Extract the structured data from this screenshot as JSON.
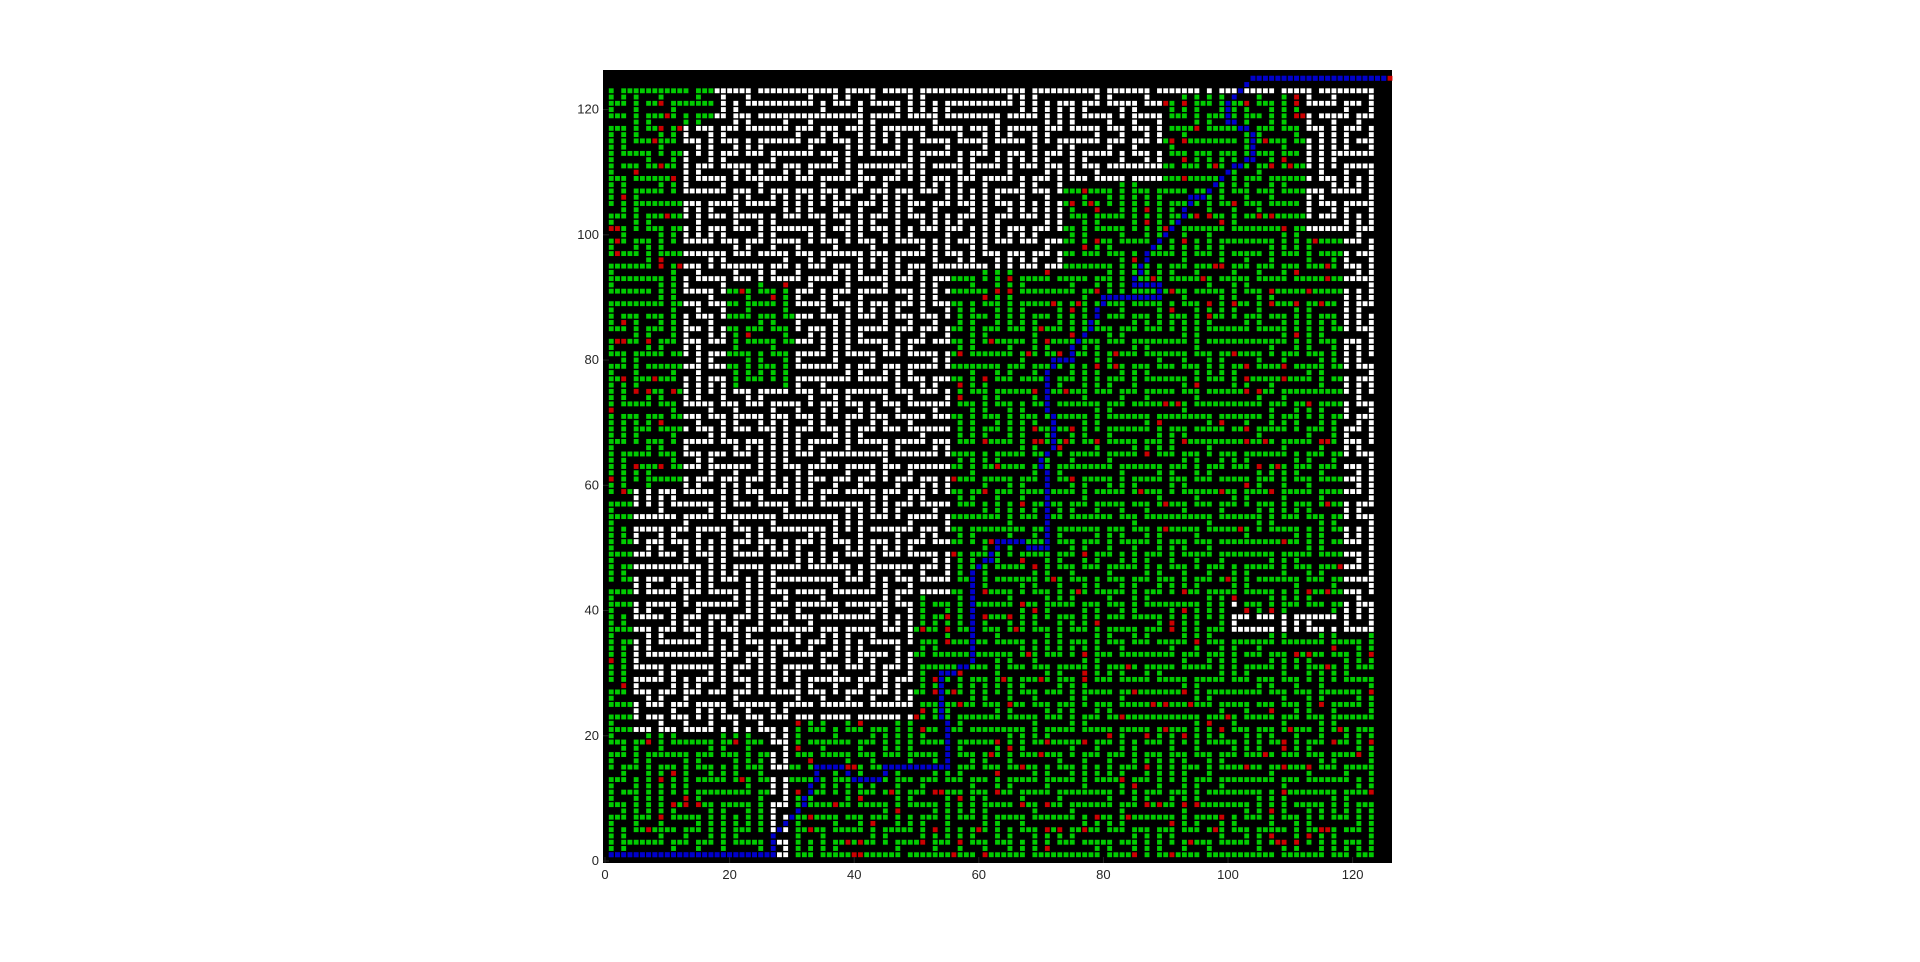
{
  "chart_data": {
    "type": "scatter",
    "title": "",
    "xlabel": "",
    "ylabel": "",
    "xlim": [
      0,
      126
    ],
    "ylim": [
      0,
      126
    ],
    "xticks": [
      0,
      20,
      40,
      60,
      80,
      100,
      120
    ],
    "yticks": [
      0,
      20,
      40,
      60,
      80,
      100,
      120
    ],
    "xtick_labels": [
      "0",
      "20",
      "40",
      "60",
      "80",
      "100",
      "120"
    ],
    "ytick_labels": [
      "0",
      "20",
      "40",
      "60",
      "80",
      "100",
      "120"
    ],
    "grid": false,
    "legend": "none",
    "grid_size": 126,
    "marker": "square",
    "colors": {
      "wall": "#000000",
      "open": "#ffffff",
      "explored": "#00cc00",
      "frontier": "#cc0000",
      "path": "#0000cc"
    },
    "layers": [
      "open",
      "explored",
      "frontier",
      "path"
    ],
    "explored_regions": [
      {
        "x": [
          1,
          17
        ],
        "y": [
          118,
          126
        ]
      },
      {
        "x": [
          1,
          4
        ],
        "y": [
          1,
          126
        ]
      },
      {
        "x": [
          1,
          12
        ],
        "y": [
          60,
          120
        ]
      },
      {
        "x": [
          1,
          26
        ],
        "y": [
          1,
          20
        ]
      },
      {
        "x": [
          20,
          30
        ],
        "y": [
          76,
          92
        ]
      },
      {
        "x": [
          30,
          60
        ],
        "y": [
          1,
          22
        ]
      },
      {
        "x": [
          50,
          62
        ],
        "y": [
          10,
          42
        ]
      },
      {
        "x": [
          56,
          80
        ],
        "y": [
          42,
          94
        ]
      },
      {
        "x": [
          60,
          100
        ],
        "y": [
          1,
          42
        ]
      },
      {
        "x": [
          74,
          108
        ],
        "y": [
          42,
          108
        ]
      },
      {
        "x": [
          90,
          112
        ],
        "y": [
          98,
          122
        ]
      },
      {
        "x": [
          100,
          126
        ],
        "y": [
          1,
          36
        ]
      },
      {
        "x": [
          103,
          118
        ],
        "y": [
          40,
          100
        ]
      }
    ],
    "path": [
      [
        1,
        1
      ],
      [
        27,
        1
      ],
      [
        27,
        4
      ],
      [
        31,
        8
      ],
      [
        33,
        11
      ],
      [
        34,
        15
      ],
      [
        38,
        15
      ],
      [
        40,
        13
      ],
      [
        44,
        13
      ],
      [
        45,
        15
      ],
      [
        55,
        15
      ],
      [
        55,
        20
      ],
      [
        54,
        24
      ],
      [
        54,
        30
      ],
      [
        56,
        30
      ],
      [
        59,
        32
      ],
      [
        59,
        46
      ],
      [
        61,
        48
      ],
      [
        62,
        48
      ],
      [
        63,
        51
      ],
      [
        67,
        51
      ],
      [
        68,
        50
      ],
      [
        71,
        50
      ],
      [
        71,
        60
      ],
      [
        70,
        64
      ],
      [
        72,
        66
      ],
      [
        72,
        70
      ],
      [
        71,
        72
      ],
      [
        71,
        78
      ],
      [
        72,
        80
      ],
      [
        75,
        80
      ],
      [
        75,
        82
      ],
      [
        77,
        84
      ],
      [
        78,
        86
      ],
      [
        79,
        88
      ],
      [
        80,
        90
      ],
      [
        89,
        90
      ],
      [
        89,
        92
      ],
      [
        85,
        92
      ],
      [
        86,
        95
      ],
      [
        88,
        98
      ],
      [
        90,
        100
      ],
      [
        92,
        102
      ],
      [
        94,
        106
      ],
      [
        96,
        106
      ],
      [
        98,
        108
      ],
      [
        100,
        110
      ],
      [
        104,
        112
      ],
      [
        104,
        116
      ],
      [
        100,
        118
      ],
      [
        100,
        121
      ],
      [
        102,
        123
      ],
      [
        104,
        125
      ],
      [
        126,
        125
      ]
    ]
  }
}
